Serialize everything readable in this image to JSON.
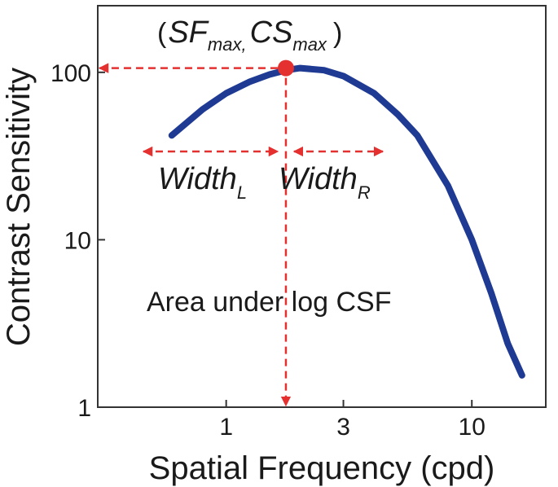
{
  "chart_data": {
    "type": "line",
    "title": "",
    "xlabel": "Spatial Frequency (cpd)",
    "ylabel": "Contrast Sensitivity",
    "xscale": "log",
    "yscale": "log",
    "xlim": [
      0.3,
      20
    ],
    "ylim": [
      1,
      250
    ],
    "xticks": [
      1,
      3,
      10
    ],
    "xtick_labels": [
      "1",
      "3",
      "10"
    ],
    "yticks": [
      1,
      10,
      100
    ],
    "ytick_labels": [
      "1",
      "10",
      "100"
    ],
    "grid": false,
    "legend": "none",
    "series": [
      {
        "x": [
          0.6,
          0.8,
          1.0,
          1.25,
          1.5,
          1.75,
          2.0,
          2.5,
          3.0,
          4.0,
          5.0,
          6.0,
          8.0,
          10.0,
          12.0,
          14.0,
          16.0
        ],
        "y": [
          42,
          60,
          75,
          88,
          97,
          103,
          106,
          103,
          95,
          75,
          56,
          42,
          21,
          10,
          4.8,
          2.4,
          1.55
        ],
        "color": "#1f3a93"
      }
    ],
    "peak": {
      "x": 1.75,
      "y": 106,
      "color": "#e53030"
    },
    "annotation_color": "#e53030",
    "annotations": {
      "peak_label": {
        "open": "(",
        "sf": "SF",
        "sf_sub": "max,",
        "cs": "CS",
        "cs_sub": "max",
        "close": ")"
      },
      "width_left": {
        "main": "Width",
        "sub": "L"
      },
      "width_right": {
        "main": "Width",
        "sub": "R"
      },
      "area_label": "Area under log CSF"
    }
  }
}
